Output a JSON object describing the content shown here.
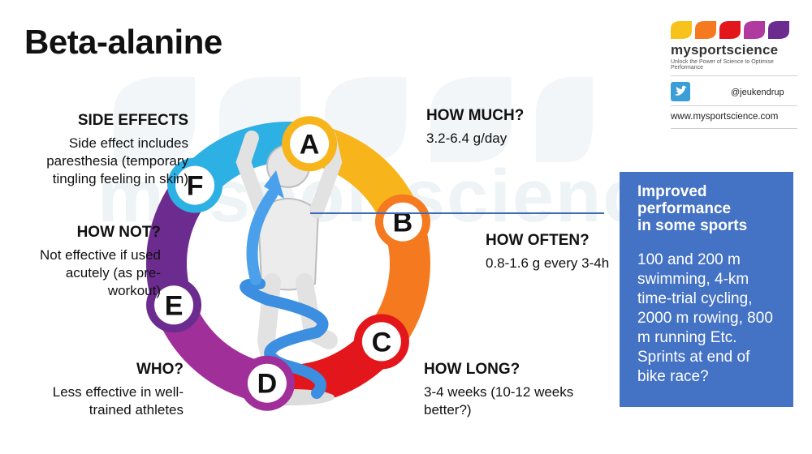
{
  "title": "Beta-alanine",
  "watermark": "mysportscience",
  "colors": {
    "A": "#f7b51b",
    "B": "#f5791f",
    "C": "#e3171b",
    "D": "#a12f9a",
    "E": "#6c2c8f",
    "F": "#2db0e3",
    "box": "#4472c4",
    "line": "#3e6bb8"
  },
  "sections": {
    "A": {
      "letter": "A",
      "heading": "HOW MUCH?",
      "text": "3.2-6.4 g/day"
    },
    "B": {
      "letter": "B",
      "heading": "HOW OFTEN?",
      "text": "0.8-1.6 g every 3-4h"
    },
    "C": {
      "letter": "C",
      "heading": "HOW LONG?",
      "text": "3-4 weeks (10-12 weeks better?)"
    },
    "D": {
      "letter": "D",
      "heading": "WHO?",
      "text": "Less effective in well-trained athletes"
    },
    "E": {
      "letter": "E",
      "heading": "HOW NOT?",
      "text": "Not effective if used acutely (as pre-workout)"
    },
    "F": {
      "letter": "F",
      "heading": "SIDE EFFECTS",
      "text": "Side effect includes paresthesia (temporary tingling feeling in skin)"
    }
  },
  "box": {
    "heading_line1": "Improved",
    "heading_line2": "performance",
    "heading_line3": "in some sports",
    "body": "100 and 200 m swimming, 4-km time-trial cycling, 2000 m rowing, 800 m running Etc. Sprints at end of bike race?"
  },
  "logo": {
    "name": "mysportscience",
    "tagline": "Unlock the Power of Science to Optimise Performance",
    "drop_colors": [
      "#f7c21b",
      "#f5791f",
      "#e3171b",
      "#b03aa0",
      "#6c2c8f"
    ]
  },
  "social": {
    "twitter_handle": "@jeukendrup",
    "icon": "twitter-icon"
  },
  "website": "www.mysportscience.com"
}
